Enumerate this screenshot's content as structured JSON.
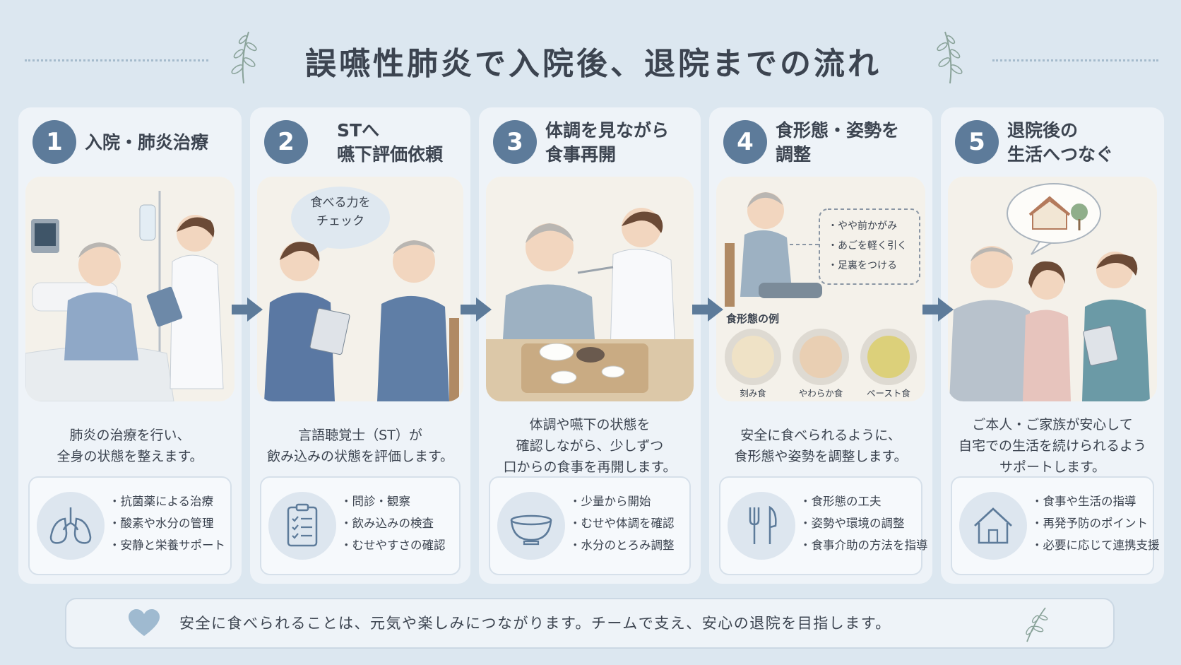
{
  "title": "誤嚥性肺炎で入院後、退院までの流れ",
  "colors": {
    "accent": "#5d7b9a",
    "background": "#dce7f0",
    "card": "#eef3f8",
    "arrow": "#5d7b9a"
  },
  "steps": [
    {
      "number": "1",
      "title": "入院・肺炎治療",
      "description": "肺炎の治療を行い、\n全身の状態を整えます。",
      "icon": "lungs-icon",
      "items": [
        "抗菌薬による治療",
        "酸素や水分の管理",
        "安静と栄養サポート"
      ]
    },
    {
      "number": "2",
      "title": "STへ\n嚥下評価依頼",
      "bubble": "食べる力を\nチェック",
      "description": "言語聴覚士（ST）が\n飲み込みの状態を評価します。",
      "icon": "clipboard-checklist-icon",
      "items": [
        "問診・観察",
        "飲み込みの検査",
        "むせやすさの確認"
      ]
    },
    {
      "number": "3",
      "title": "体調を見ながら\n食事再開",
      "description": "体調や嚥下の状態を\n確認しながら、少しずつ\n口からの食事を再開します。",
      "icon": "bowl-icon",
      "items": [
        "少量から開始",
        "むせや体調を確認",
        "水分のとろみ調整"
      ]
    },
    {
      "number": "4",
      "title": "食形態・姿勢を\n調整",
      "posture_notes": [
        "やや前かがみ",
        "あごを軽く引く",
        "足裏をつける"
      ],
      "food_forms_label": "食形態の例",
      "food_forms": [
        "刻み食",
        "やわらか食",
        "ペースト食"
      ],
      "description": "安全に食べられるように、\n食形態や姿勢を調整します。",
      "icon": "fork-knife-icon",
      "items": [
        "食形態の工夫",
        "姿勢や環境の調整",
        "食事介助の方法を指導"
      ]
    },
    {
      "number": "5",
      "title": "退院後の\n生活へつなぐ",
      "description": "ご本人・ご家族が安心して\n自宅での生活を続けられるよう\nサポートします。",
      "icon": "house-icon",
      "items": [
        "食事や生活の指導",
        "再発予防のポイント",
        "必要に応じて連携支援"
      ]
    }
  ],
  "footer": {
    "text": "安全に食べられることは、元気や楽しみにつながります。チームで支え、安心の退院を目指します。"
  }
}
